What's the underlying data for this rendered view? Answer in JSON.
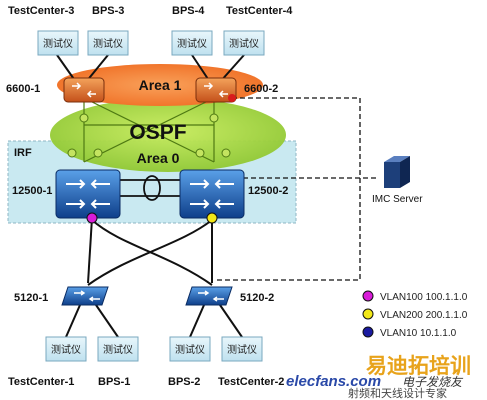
{
  "labels": {
    "tc3": "TestCenter-3",
    "bps3": "BPS-3",
    "bps4": "BPS-4",
    "tc4": "TestCenter-4",
    "sw6600a": "6600-1",
    "sw6600b": "6600-2",
    "irf": "IRF",
    "sw12500a": "12500-1",
    "sw12500b": "12500-2",
    "imc": "IMC Server",
    "sw5120a": "5120-1",
    "sw5120b": "5120-2",
    "tc1": "TestCenter-1",
    "bps1": "BPS-1",
    "bps2": "BPS-2",
    "tc2": "TestCenter-2"
  },
  "areas": {
    "area1": "Area 1",
    "ospf": "OSPF",
    "area0": "Area 0"
  },
  "tester_label": "测试仪",
  "legend": [
    {
      "label": "VLAN100 100.1.1.0",
      "color": "#d81cd8"
    },
    {
      "label": "VLAN200 200.1.1.0",
      "color": "#f2e817"
    },
    {
      "label": "VLAN10 10.1.1.0",
      "color": "#1a1aa0"
    }
  ],
  "watermark": {
    "cn": "易迪拓培训",
    "en": "elecfans.com",
    "cn2": "电子发烧友",
    "sub": "射频和天线设计专家"
  },
  "colors": {
    "area1_fill": "#f07a2c",
    "ospf_fill": "#a6d63d",
    "irf_fill": "#c7e8ef",
    "switch_blue": "#1d5fb8"
  }
}
